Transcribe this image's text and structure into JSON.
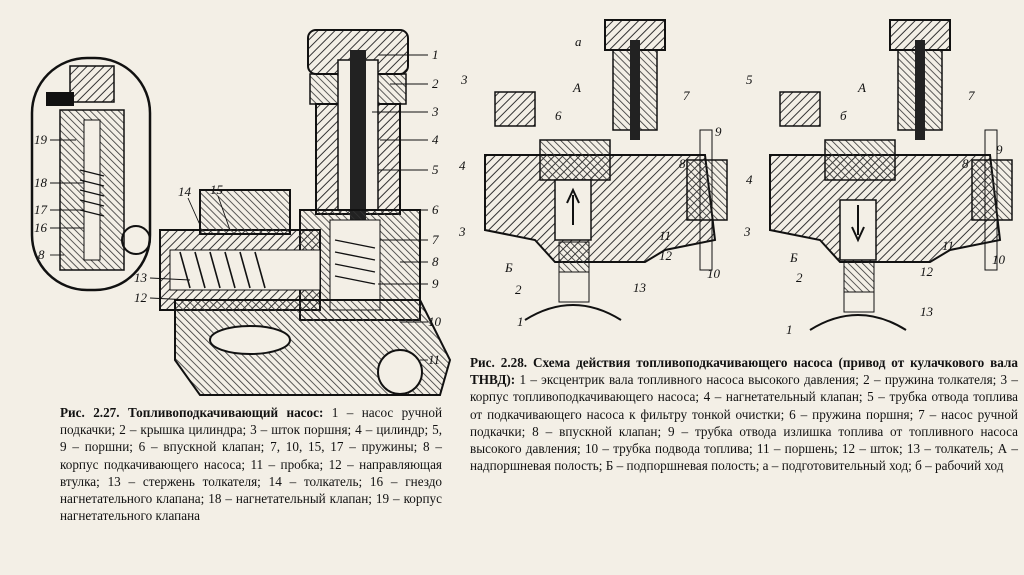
{
  "fig27": {
    "callouts": [
      "1",
      "2",
      "3",
      "4",
      "5",
      "6",
      "7",
      "8",
      "9",
      "10",
      "11",
      "12",
      "13",
      "14",
      "15",
      "16",
      "17",
      "18",
      "19",
      "8"
    ],
    "caption_title": "Рис. 2.27. Топливоподкачивающий насос:",
    "caption_text": "1 – насос ручной подкачки; 2 – крышка цилиндра; 3 – шток поршня; 4 – цилиндр; 5, 9 – поршни; 6 – впускной клапан; 7, 10, 15, 17 – пружины; 8 – корпус подкачивающего насоса; 11 – пробка; 12 – направляющая втулка; 13 – стержень толкателя; 14 – толкатель; 16 – гнездо нагнетательного клапана; 18 – нагнетательный клапан; 19 – корпус нагнетательного клапана"
  },
  "fig28": {
    "panel_a_label": "а",
    "callouts_a": [
      "3",
      "А",
      "6",
      "7",
      "9",
      "4",
      "8",
      "3",
      "11",
      "Б",
      "12",
      "2",
      "13",
      "1",
      "10"
    ],
    "callouts_b": [
      "5",
      "А",
      "б",
      "7",
      "9",
      "4",
      "8",
      "3",
      "11",
      "Б",
      "12",
      "2",
      "13",
      "1",
      "10"
    ],
    "caption_title": "Рис. 2.28. Схема действия топливоподкачивающего насоса (привод от кулачкового вала ТНВД):",
    "caption_text": "1 – эксцентрик вала топливного насоса высокого давления; 2 – пружина толкателя; 3 – корпус топливоподкачивающего насоса; 4 – нагнетательный клапан; 5 – трубка отвода топлива от подкачивающего насоса к фильтру тонкой очистки; 6 – пружина поршня; 7 – насос ручной подкачки; 8 – впускной клапан; 9 – трубка отвода излишка топлива от топливного насоса высокого давления; 10 – трубка подвода топлива; 11 – поршень; 12 – шток; 13 – толкатель; А – надпоршневая полость; Б – подпоршневая полость; а – подготовительный ход; б – рабочий ход"
  },
  "colors": {
    "ink": "#111111",
    "paper": "#f3efe6",
    "hatch": "#555555"
  }
}
